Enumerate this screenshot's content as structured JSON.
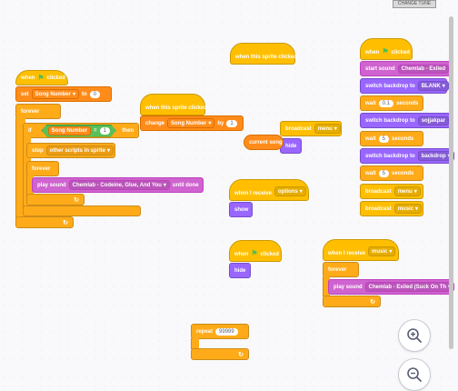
{
  "topbar": {
    "stage_button": "CHANGE TUNE"
  },
  "scripts": {
    "main": {
      "hat": "when",
      "hat_tail": "clicked",
      "set_label": "set",
      "set_var": "Song Number",
      "set_to": "to",
      "set_value": "0",
      "forever_label": "forever",
      "if_label": "if",
      "cond_var": "Song Number",
      "cond_op": "=",
      "cond_value": "1",
      "then_label": "then",
      "stop_label": "stop",
      "stop_option": "other scripts in sprite",
      "inner_forever": "forever",
      "play_label": "play sound",
      "play_sound": "Chemlab - Codeine, Glue, And You",
      "play_tail": "until done"
    },
    "clicked1": {
      "hat": "when this sprite clicked",
      "change_label": "change",
      "change_var": "Song Number",
      "change_by": "by",
      "change_value": "1"
    },
    "clicked2": {
      "hat": "when this sprite clicked"
    },
    "broadcast1": {
      "label": "broadcast",
      "option": "menu"
    },
    "reporter1": {
      "label": "current song"
    },
    "hide1": {
      "label": "hide"
    },
    "receive1": {
      "hat": "when I receive",
      "option": "options",
      "body": "show"
    },
    "flag2": {
      "hat": "when",
      "hat_tail": "clicked",
      "body": "hide"
    },
    "repeat1": {
      "label": "repeat",
      "value": "99999"
    },
    "receive2": {
      "hat": "when I receive",
      "option": "music",
      "forever": "forever",
      "play_label": "play sound",
      "play_sound": "Chemlab - Exiled (Suck On Th"
    },
    "right": {
      "hat": "when",
      "hat_tail": "clicked",
      "start_sound": "start sound",
      "start_sound_value": "Chemlab - Exiled",
      "switch1": "switch backdrop to",
      "switch1_value": "BLANK",
      "wait1": "wait",
      "wait1_value": "0.1",
      "wait1_unit": "seconds",
      "switch2": "switch backdrop to",
      "switch2_value": "sojjakpar",
      "wait2": "wait",
      "wait2_value": "5",
      "wait2_unit": "seconds",
      "switch3": "switch backdrop to",
      "switch3_value": "backdrop",
      "wait3": "wait",
      "wait3_value": "5",
      "wait3_unit": "seconds",
      "bc1": "broadcast",
      "bc1_value": "menu",
      "bc2": "broadcast",
      "bc2_value": "music"
    }
  },
  "zoom": {
    "in_icon": "zoom-in-icon",
    "out_icon": "zoom-out-icon"
  },
  "colors": {
    "events": "#ffbf00",
    "control": "#ffab19",
    "variables": "#ff8c1a",
    "sound": "#cf63cf",
    "looks": "#9966ff",
    "operators": "#59c059"
  }
}
